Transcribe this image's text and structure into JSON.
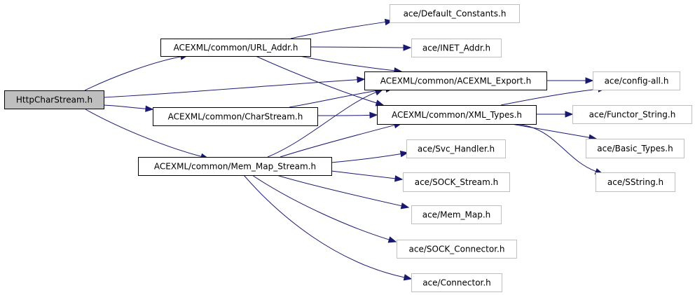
{
  "diagram": {
    "colors": {
      "edge": "#191970",
      "root_fill": "#bfbfbf",
      "node_fill": "#ffffff",
      "node_border": "#000000",
      "external_border": "#bfbfbf"
    },
    "nodes": [
      {
        "id": "root",
        "label": "HttpCharStream.h",
        "kind": "root"
      },
      {
        "id": "url_addr",
        "label": "ACEXML/common/URL_Addr.h",
        "kind": "documented"
      },
      {
        "id": "charstream",
        "label": "ACEXML/common/CharStream.h",
        "kind": "documented"
      },
      {
        "id": "memmap",
        "label": "ACEXML/common/Mem_Map_Stream.h",
        "kind": "documented"
      },
      {
        "id": "export",
        "label": "ACEXML/common/ACEXML_Export.h",
        "kind": "documented"
      },
      {
        "id": "xmltypes",
        "label": "ACEXML/common/XML_Types.h",
        "kind": "documented"
      },
      {
        "id": "default_constants",
        "label": "ace/Default_Constants.h",
        "kind": "external"
      },
      {
        "id": "inet_addr",
        "label": "ace/INET_Addr.h",
        "kind": "external"
      },
      {
        "id": "svc_handler",
        "label": "ace/Svc_Handler.h",
        "kind": "external"
      },
      {
        "id": "sock_stream",
        "label": "ace/SOCK_Stream.h",
        "kind": "external"
      },
      {
        "id": "mem_map",
        "label": "ace/Mem_Map.h",
        "kind": "external"
      },
      {
        "id": "sock_connector",
        "label": "ace/SOCK_Connector.h",
        "kind": "external"
      },
      {
        "id": "connector",
        "label": "ace/Connector.h",
        "kind": "external"
      },
      {
        "id": "config_all",
        "label": "ace/config-all.h",
        "kind": "external"
      },
      {
        "id": "functor_string",
        "label": "ace/Functor_String.h",
        "kind": "external"
      },
      {
        "id": "basic_types",
        "label": "ace/Basic_Types.h",
        "kind": "external"
      },
      {
        "id": "sstring",
        "label": "ace/SString.h",
        "kind": "external"
      }
    ],
    "edges": [
      {
        "from": "root",
        "to": "url_addr"
      },
      {
        "from": "root",
        "to": "export"
      },
      {
        "from": "root",
        "to": "charstream"
      },
      {
        "from": "root",
        "to": "memmap"
      },
      {
        "from": "url_addr",
        "to": "default_constants"
      },
      {
        "from": "url_addr",
        "to": "inet_addr"
      },
      {
        "from": "url_addr",
        "to": "export"
      },
      {
        "from": "url_addr",
        "to": "xmltypes"
      },
      {
        "from": "charstream",
        "to": "export"
      },
      {
        "from": "charstream",
        "to": "xmltypes"
      },
      {
        "from": "memmap",
        "to": "export"
      },
      {
        "from": "memmap",
        "to": "xmltypes"
      },
      {
        "from": "memmap",
        "to": "svc_handler"
      },
      {
        "from": "memmap",
        "to": "sock_stream"
      },
      {
        "from": "memmap",
        "to": "mem_map"
      },
      {
        "from": "memmap",
        "to": "sock_connector"
      },
      {
        "from": "memmap",
        "to": "connector"
      },
      {
        "from": "export",
        "to": "config_all"
      },
      {
        "from": "xmltypes",
        "to": "config_all"
      },
      {
        "from": "xmltypes",
        "to": "functor_string"
      },
      {
        "from": "xmltypes",
        "to": "basic_types"
      },
      {
        "from": "xmltypes",
        "to": "sstring"
      }
    ]
  }
}
